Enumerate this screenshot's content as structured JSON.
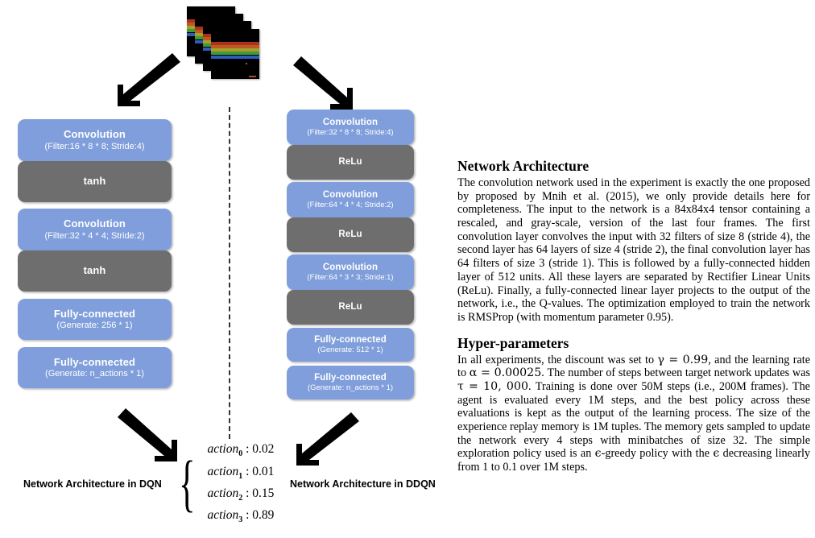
{
  "figure": {
    "input_frames": {
      "name": "atari-frame-stack",
      "count": 4,
      "brick_colors": [
        "#b03020",
        "#bb5b22",
        "#a8a02c",
        "#3f9b35",
        "#2f5bbd"
      ]
    },
    "dqn": {
      "caption": "Network Architecture in DQN",
      "layers": [
        {
          "type": "conv",
          "title": "Convolution",
          "sub": "(Filter:16 * 8 * 8; Stride:4)"
        },
        {
          "type": "act",
          "title": "tanh",
          "sub": ""
        },
        {
          "type": "conv",
          "title": "Convolution",
          "sub": "(Filter:32 * 4 * 4; Stride:2)"
        },
        {
          "type": "act",
          "title": "tanh",
          "sub": ""
        },
        {
          "type": "fc",
          "title": "Fully-connected",
          "sub": "(Generate: 256 * 1)"
        },
        {
          "type": "fc",
          "title": "Fully-connected",
          "sub": "(Generate: n_actions * 1)"
        }
      ]
    },
    "ddqn": {
      "caption": "Network Architecture in DDQN",
      "layers": [
        {
          "type": "conv",
          "title": "Convolution",
          "sub": "(Filter:32 * 8 * 8; Stride:4)"
        },
        {
          "type": "act",
          "title": "ReLu",
          "sub": ""
        },
        {
          "type": "conv",
          "title": "Convolution",
          "sub": "(Filter:64 * 4 * 4; Stride:2)"
        },
        {
          "type": "act",
          "title": "ReLu",
          "sub": ""
        },
        {
          "type": "conv",
          "title": "Convolution",
          "sub": "(Filter:64 * 3 * 3; Stride:1)"
        },
        {
          "type": "act",
          "title": "ReLu",
          "sub": ""
        },
        {
          "type": "fc",
          "title": "Fully-connected",
          "sub": "(Generate: 512 * 1)"
        },
        {
          "type": "fc",
          "title": "Fully-connected",
          "sub": "(Generate: n_actions * 1)"
        }
      ]
    },
    "output": {
      "name": "action-values",
      "rows": [
        {
          "label": "action",
          "index": "0",
          "value": "0.02"
        },
        {
          "label": "action",
          "index": "1",
          "value": "0.01"
        },
        {
          "label": "action",
          "index": "2",
          "value": "0.15"
        },
        {
          "label": "action",
          "index": "3",
          "value": "0.89"
        }
      ]
    },
    "colors": {
      "layer_blue": "#7f9edb",
      "activation_gray": "#6e6e6e",
      "arrow_black": "#000000",
      "divider": "#333333"
    }
  },
  "article": {
    "section1": {
      "heading": "Network Architecture",
      "body": "The convolution network used in the experiment is exactly the one proposed by proposed by Mnih et al. (2015), we only provide details here for completeness. The input to the network is a 84x84x4 tensor containing a rescaled, and gray-scale, version of the last four frames. The first convolution layer convolves the input with 32 filters of size 8 (stride 4), the second layer has 64 layers of size 4 (stride 2), the final convolution layer has 64 filters of size 3 (stride 1). This is followed by a fully-connected hidden layer of 512 units. All these layers are separated by Rectifier Linear Units (ReLu). Finally, a fully-connected linear layer projects to the output of the network, i.e., the Q-values. The optimization employed to train the network is RMSProp (with momentum parameter 0.95)."
    },
    "section2": {
      "heading": "Hyper-parameters",
      "body_part1": "In all experiments, the discount was set to ",
      "gamma": "γ = 0.99",
      "body_part2": ", and the learning rate to ",
      "alpha": "α = 0.00025",
      "body_part3": ". The number of steps between target network updates was ",
      "tau": "τ = 10, 000",
      "body_part4": ". Training is done over 50M steps (i.e., 200M frames). The agent is evaluated every 1M steps, and the best policy across these evaluations is kept as the output of the learning process. The size of the experience replay memory is 1M tuples. The memory gets sampled to update the network every 4 steps with minibatches of size 32. The simple exploration policy used is an ",
      "eps1": "ϵ",
      "body_part5": "-greedy policy with the ",
      "eps2": "ϵ",
      "body_part6": " decreasing linearly from 1 to 0.1 over 1M steps."
    }
  }
}
